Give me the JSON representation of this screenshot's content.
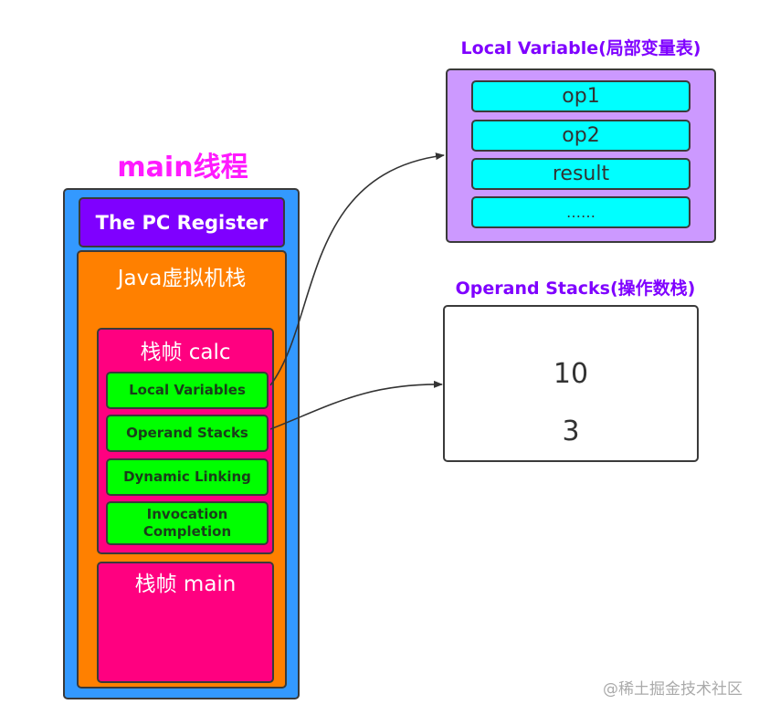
{
  "thread": {
    "title": "main线程",
    "pc_register": "The PC Register",
    "jvm_stack": "Java虚拟机栈",
    "frames": [
      {
        "label": "栈帧  calc",
        "slots": [
          "Local Variables",
          "Operand Stacks",
          "Dynamic Linking",
          "Invocation Completion"
        ]
      },
      {
        "label": "栈帧  main"
      }
    ]
  },
  "local_variable_table": {
    "title": "Local Variable(局部变量表)",
    "items": [
      "op1",
      "op2",
      "result",
      "……"
    ]
  },
  "operand_stack": {
    "title": "Operand Stacks(操作数栈)",
    "values": [
      "10",
      "3"
    ]
  },
  "connections": [
    {
      "from": "Local Variables",
      "to": "Local Variable(局部变量表)"
    },
    {
      "from": "Operand Stacks",
      "to": "Operand Stacks(操作数栈)"
    }
  ],
  "colors": {
    "thread_title": "#ff1aff",
    "thread_box": "#3399ff",
    "pc_register": "#7f00ff",
    "jvm_stack": "#ff8000",
    "frame": "#ff0080",
    "slot": "#00ff00",
    "lv_box": "#cc99ff",
    "lv_item": "#00ffff",
    "title_purple": "#7f00ff"
  },
  "watermark": "@稀土掘金技术社区"
}
